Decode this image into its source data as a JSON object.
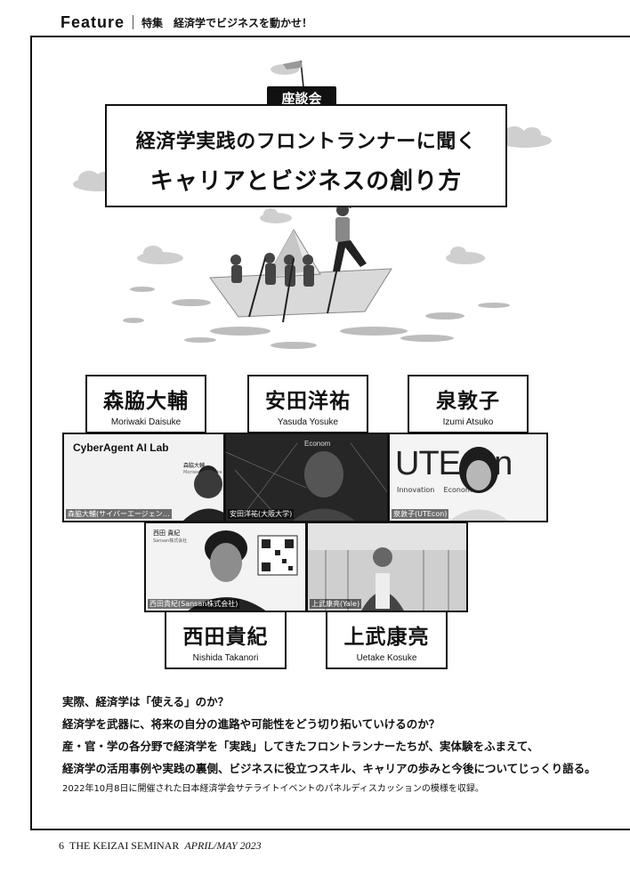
{
  "header": {
    "section": "Feature",
    "tokushu": "特集",
    "title": "経済学でビジネスを動かせ！"
  },
  "badge": "座談会",
  "title": {
    "line1": "経済学実践のフロントランナーに聞く",
    "line2": "キャリアとビジネスの創り方"
  },
  "participants": [
    {
      "jp": "森脇大輔",
      "en": "Moriwaki Daisuke"
    },
    {
      "jp": "安田洋祐",
      "en": "Yasuda Yosuke"
    },
    {
      "jp": "泉敦子",
      "en": "Izumi Atsuko"
    },
    {
      "jp": "西田貴紀",
      "en": "Nishida Takanori"
    },
    {
      "jp": "上武康亮",
      "en": "Uetake Kosuke"
    }
  ],
  "photos": [
    {
      "label": "森脇大輔(サイバーエージェン…",
      "logo": "CyberAgent AI Lab",
      "card_name": "森脇大輔",
      "card_sub": "Moriwaki Daisuke"
    },
    {
      "label": "安田洋祐(大阪大学)",
      "bg_text": "Econom"
    },
    {
      "label": "泉敦子(UTEcon)",
      "logo": "UTEcon",
      "logo_sub": "Innovation    Economics"
    },
    {
      "label": "西田貴紀(Sansan株式会社)",
      "card_name": "西田 貴紀",
      "card_company": "Sansan株式会社"
    },
    {
      "label": "上武康亮(Yale)"
    }
  ],
  "body": {
    "lines": [
      "実際、経済学は「使える」のか？",
      "経済学を武器に、将来の自分の進路や可能性をどう切り拓いていけるのか？",
      "産・官・学の各分野で経済学を「実践」してきたフロントランナーたちが、実体験をふまえて、",
      "経済学の活用事例や実践の裏側、ビジネスに役立つスキル、キャリアの歩みと今後についてじっくり語る。"
    ],
    "note": "2022年10月8日に開催された日本経済学会サテライトイベントのパネルディスカッションの模様を収録。"
  },
  "footer": {
    "page": "6",
    "magazine": "THE KEIZAI SEMINAR",
    "issue": "APRIL/MAY 2023"
  }
}
